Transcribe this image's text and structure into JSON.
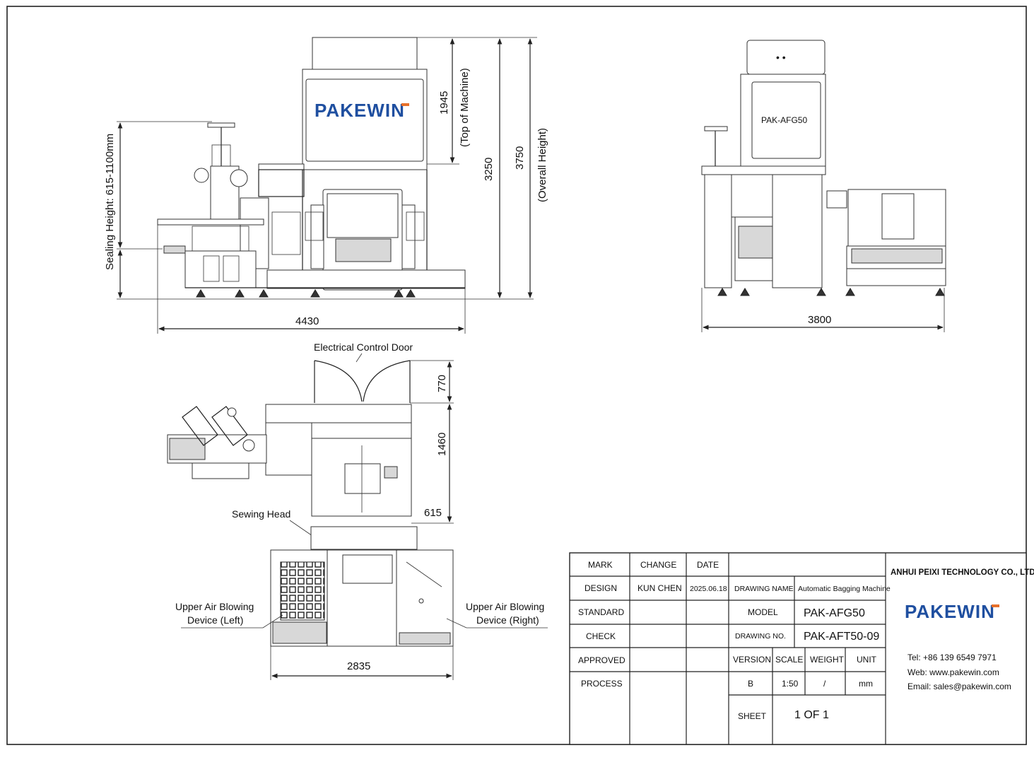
{
  "brand": {
    "logo_text": "PAKEWIN",
    "logo_colors": {
      "primary": "#1f4fa0",
      "accent": "#e8702a"
    }
  },
  "front_view": {
    "dim_total_width": "4430",
    "dim_top_of_machine": "1945",
    "label_top_of_machine": "(Top of Machine)",
    "dim_height_3250": "3250",
    "dim_overall_height": "3750",
    "label_overall_height": "(Overall Height)",
    "label_sealing_height": "Sealing Height: 615-1100mm"
  },
  "side_view": {
    "model_label": "PAK-AFG50",
    "dim_width": "3800"
  },
  "top_view": {
    "label_control_door": "Electrical Control Door",
    "dim_770": "770",
    "dim_1460": "1460",
    "dim_615": "615",
    "label_sewing_head": "Sewing Head",
    "label_air_left": [
      "Upper Air Blowing",
      "Device (Left)"
    ],
    "label_air_right": [
      "Upper Air Blowing",
      "Device (Right)"
    ],
    "dim_2835": "2835"
  },
  "title_block": {
    "h_mark": "MARK",
    "h_change": "CHANGE",
    "h_date": "DATE",
    "r_design": "DESIGN",
    "design_by": "KUN CHEN",
    "design_date": "2025.06.18",
    "r_standard": "STANDARD",
    "r_check": "CHECK",
    "r_approved": "APPROVED",
    "r_process": "PROCESS",
    "drawing_name_label": "DRAWING NAME",
    "drawing_name": "Automatic Bagging Machine",
    "model_label": "MODEL",
    "model": "PAK-AFG50",
    "drawing_no_label": "DRAWING NO.",
    "drawing_no": "PAK-AFT50-09",
    "version_label": "VERSION",
    "scale_label": "SCALE",
    "weight_label": "WEIGHT",
    "unit_label": "UNIT",
    "version": "B",
    "scale": "1:50",
    "weight": "/",
    "unit": "mm",
    "sheet_label": "SHEET",
    "sheet": "1 OF 1",
    "company": "ANHUI PEIXI TECHNOLOGY CO., LTD.",
    "tel": "Tel: +86 139 6549 7971",
    "web": "Web: www.pakewin.com",
    "email": "Email: sales@pakewin.com"
  }
}
